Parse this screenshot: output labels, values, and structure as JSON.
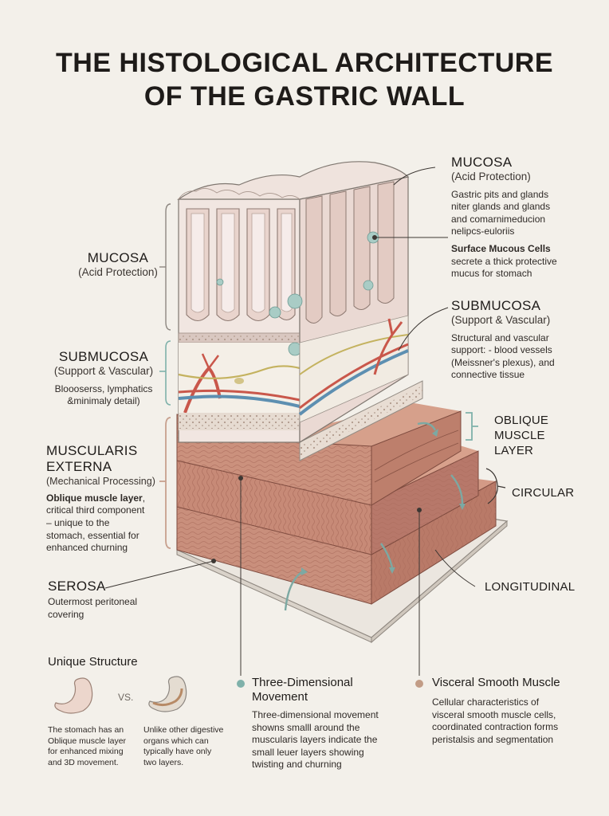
{
  "title_line1": "THE HISTOLOGICAL ARCHITECTURE",
  "title_line2": "OF THE GASTRIC WALL",
  "left": {
    "mucosa": {
      "heading": "MUCOSA",
      "sub": "(Acid Protection)"
    },
    "submucosa": {
      "heading": "SUBMUCOSA",
      "sub": "(Support & Vascular)",
      "body_line1": "Bloooserss, lymphatics",
      "body_line2": "&minimaly detail)"
    },
    "muscularis": {
      "heading_line1": "MUSCULARIS",
      "heading_line2": "EXTERNA",
      "sub": "(Mechanical Processing)",
      "body_bold": "Oblique muscle layer",
      "body_rest": ",",
      "body_line2": "critical third component",
      "body_line3": "– unique to the",
      "body_line4": "stomach, essential for",
      "body_line5": "enhanced churning"
    },
    "serosa": {
      "heading": "SEROSA",
      "body_line1": "Outermost peritoneal",
      "body_line2": "covering"
    }
  },
  "right": {
    "mucosa": {
      "heading": "MUCOSA",
      "sub": "(Acid Protection)",
      "body_line1": "Gastric pits and glands",
      "body_line2": "niter glands and glands",
      "body_line3": "and comarnimeducion",
      "body_line4": "nelipcs-euloriis",
      "bold_label": "Surface Mucous Cells",
      "body_line5": "secrete a thick protective",
      "body_line6": "mucus for stomach"
    },
    "submucosa": {
      "heading": "SUBMUCOSA",
      "sub": "(Support & Vascular)",
      "body_line1": "Structural and vascular",
      "body_line2": "support: - blood vessels",
      "body_line3": "(Meissner's plexus), and",
      "body_line4": "connective tissue"
    },
    "oblique": {
      "line1": "OBLIQUE",
      "line2": "MUSCLE",
      "line3": "LAYER"
    },
    "circular": "CIRCULAR",
    "longitudinal": "LONGITUDINAL"
  },
  "bottom": {
    "unique": {
      "heading": "Unique Structure",
      "vs": "VS.",
      "left_text": [
        "The stomach has an",
        "Oblique muscle layer",
        "for enhanced mixing",
        "and 3D movement."
      ],
      "right_text": [
        "Unlike other digestive",
        "organs which can",
        "typically have only",
        "two layers."
      ]
    },
    "three_d": {
      "heading_line1": "Three-Dimensional",
      "heading_line2": "Movement",
      "body": [
        "Three-dimensional movement",
        "showns smalll around the",
        "muscularis layers indicate the",
        "small leuer layers showing",
        "twisting and churning"
      ]
    },
    "visceral": {
      "heading": "Visceral Smooth Muscle",
      "body": [
        "Cellular characteristics of",
        "visceral smooth muscle cells,",
        "coordinated contraction forms",
        "peristalsis and segmentation"
      ]
    }
  },
  "colors": {
    "background": "#f3f0ea",
    "muscle": "#c98f7c",
    "muscle_dark": "#a8695a",
    "mucosa": "#efe2dd",
    "teal_accent": "#6fb0a8",
    "tan_accent": "#c29c86",
    "vessel_red": "#c9574b",
    "vessel_blue": "#5d8fb1",
    "nerve_yellow": "#c4b25f"
  }
}
